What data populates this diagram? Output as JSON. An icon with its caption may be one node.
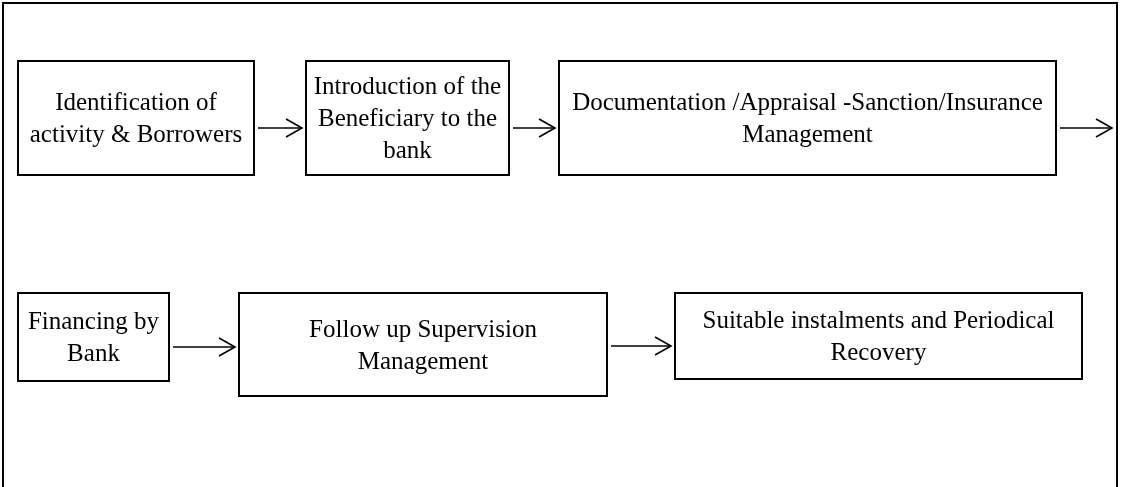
{
  "diagram": {
    "nodes": [
      {
        "text": [
          "Identification of activity & Borrowers"
        ]
      },
      {
        "text": [
          "Introduction of the Beneficiary to the bank"
        ]
      },
      {
        "text": [
          "Documentation /Appraisal -Sanction/Insurance Management"
        ]
      },
      {
        "text": [
          "Financing by Bank"
        ]
      },
      {
        "text": [
          "Follow up Supervision Management"
        ]
      },
      {
        "text": [
          "Suitable instalments and Periodical Recovery"
        ]
      }
    ],
    "edges": [
      {
        "from": 0,
        "to": 1,
        "arrow": "to"
      },
      {
        "from": 1,
        "to": 2,
        "arrow": "to"
      },
      {
        "from": 2,
        "to": null,
        "arrow": "to"
      },
      {
        "from": 3,
        "to": 4,
        "arrow": "to"
      },
      {
        "from": 4,
        "to": 5,
        "arrow": "to"
      }
    ]
  }
}
